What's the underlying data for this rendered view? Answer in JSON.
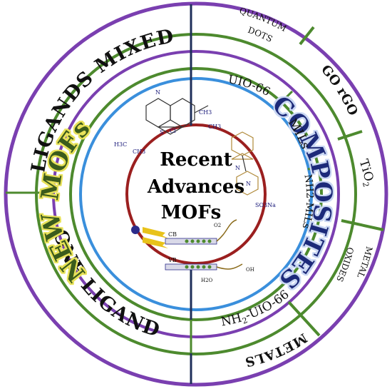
{
  "center": {
    "lines": [
      "Recent",
      "Advances",
      "MOFs"
    ]
  },
  "inner_labels": {
    "new_mofs": "NEW MOFs",
    "composites": "COMPOSITES"
  },
  "outer_left": {
    "top": "LIGANDS MIXED",
    "bottom": "ONE LIGAND"
  },
  "composite_rings": {
    "inner": {
      "top": "UIO-66",
      "mid_top": "MILs",
      "mid_bottom": "NH2-MILs",
      "bottom_main": "NH",
      "bottom_sub": "2",
      "bottom_rest": "-UIO-66"
    },
    "outer": {
      "quantum_1": "QUANTUM",
      "quantum_2": "DOTS",
      "go": "GO rGO",
      "tio_main": "TiO",
      "tio_sub": "2",
      "metal_oxides_1": "METAL",
      "metal_oxides_2": "OXIDES",
      "metals": "METALS"
    }
  },
  "center_art": {
    "chem_atoms": [
      "N",
      "CH3",
      "CH3",
      "H3C",
      "CH3",
      "S",
      "Cl",
      "N",
      "N",
      "SO3Na"
    ],
    "band_labels": [
      "CB",
      "VB",
      "H2O",
      "OH",
      "O2"
    ]
  },
  "colors": {
    "outer_ring": "#7a3fb0",
    "green_ring": "#4d8a2e",
    "blue_ring": "#3a8fdc",
    "red_ring": "#9b1f1f",
    "new_mofs_fill": "#3b5b1f",
    "new_mofs_glow": "#e8e25a",
    "composites_fill": "#1f2a7a",
    "composites_glow": "#c9d7f4",
    "divider_navy": "#1f2f5a"
  }
}
